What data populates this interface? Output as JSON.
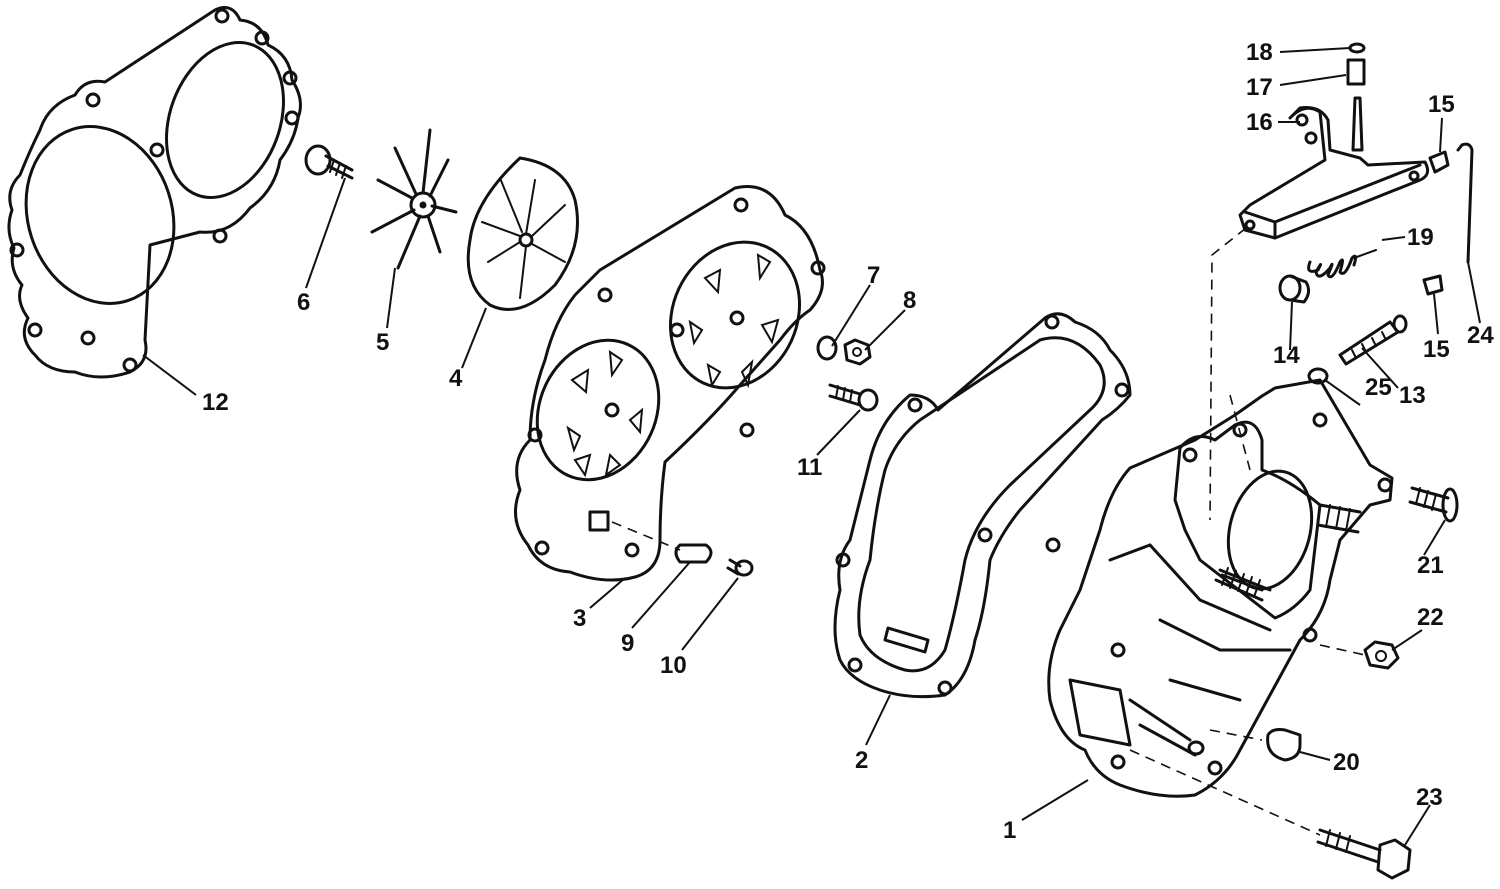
{
  "diagram": {
    "callouts": [
      {
        "id": "c1",
        "text": "1"
      },
      {
        "id": "c2",
        "text": "2"
      },
      {
        "id": "c3",
        "text": "3"
      },
      {
        "id": "c4",
        "text": "4"
      },
      {
        "id": "c5",
        "text": "5"
      },
      {
        "id": "c6",
        "text": "6"
      },
      {
        "id": "c7",
        "text": "7"
      },
      {
        "id": "c8",
        "text": "8"
      },
      {
        "id": "c9",
        "text": "9"
      },
      {
        "id": "c10",
        "text": "10"
      },
      {
        "id": "c11",
        "text": "11"
      },
      {
        "id": "c12",
        "text": "12"
      },
      {
        "id": "c13",
        "text": "13"
      },
      {
        "id": "c14",
        "text": "14"
      },
      {
        "id": "c15a",
        "text": "15"
      },
      {
        "id": "c15b",
        "text": "15"
      },
      {
        "id": "c16",
        "text": "16"
      },
      {
        "id": "c17",
        "text": "17"
      },
      {
        "id": "c18",
        "text": "18"
      },
      {
        "id": "c19",
        "text": "19"
      },
      {
        "id": "c20",
        "text": "20"
      },
      {
        "id": "c21",
        "text": "21"
      },
      {
        "id": "c22",
        "text": "22"
      },
      {
        "id": "c23",
        "text": "23"
      },
      {
        "id": "c24",
        "text": "24"
      },
      {
        "id": "c25",
        "text": "25"
      }
    ]
  }
}
